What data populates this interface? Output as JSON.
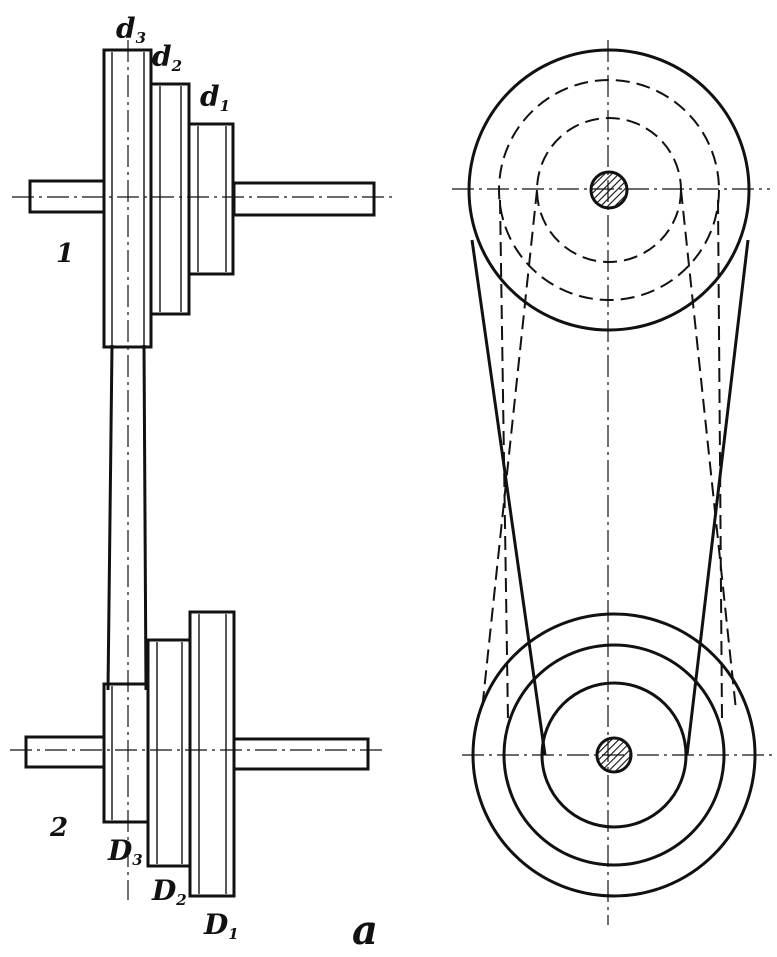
{
  "labels": {
    "d3": "d",
    "d3_sub": "3",
    "d2": "d",
    "d2_sub": "2",
    "d1": "d",
    "d1_sub": "1",
    "shaft1": "1",
    "shaft2": "2",
    "D3": "D",
    "D3_sub": "3",
    "D2": "D",
    "D2_sub": "2",
    "D1": "D",
    "D1_sub": "1",
    "figure": "a"
  }
}
